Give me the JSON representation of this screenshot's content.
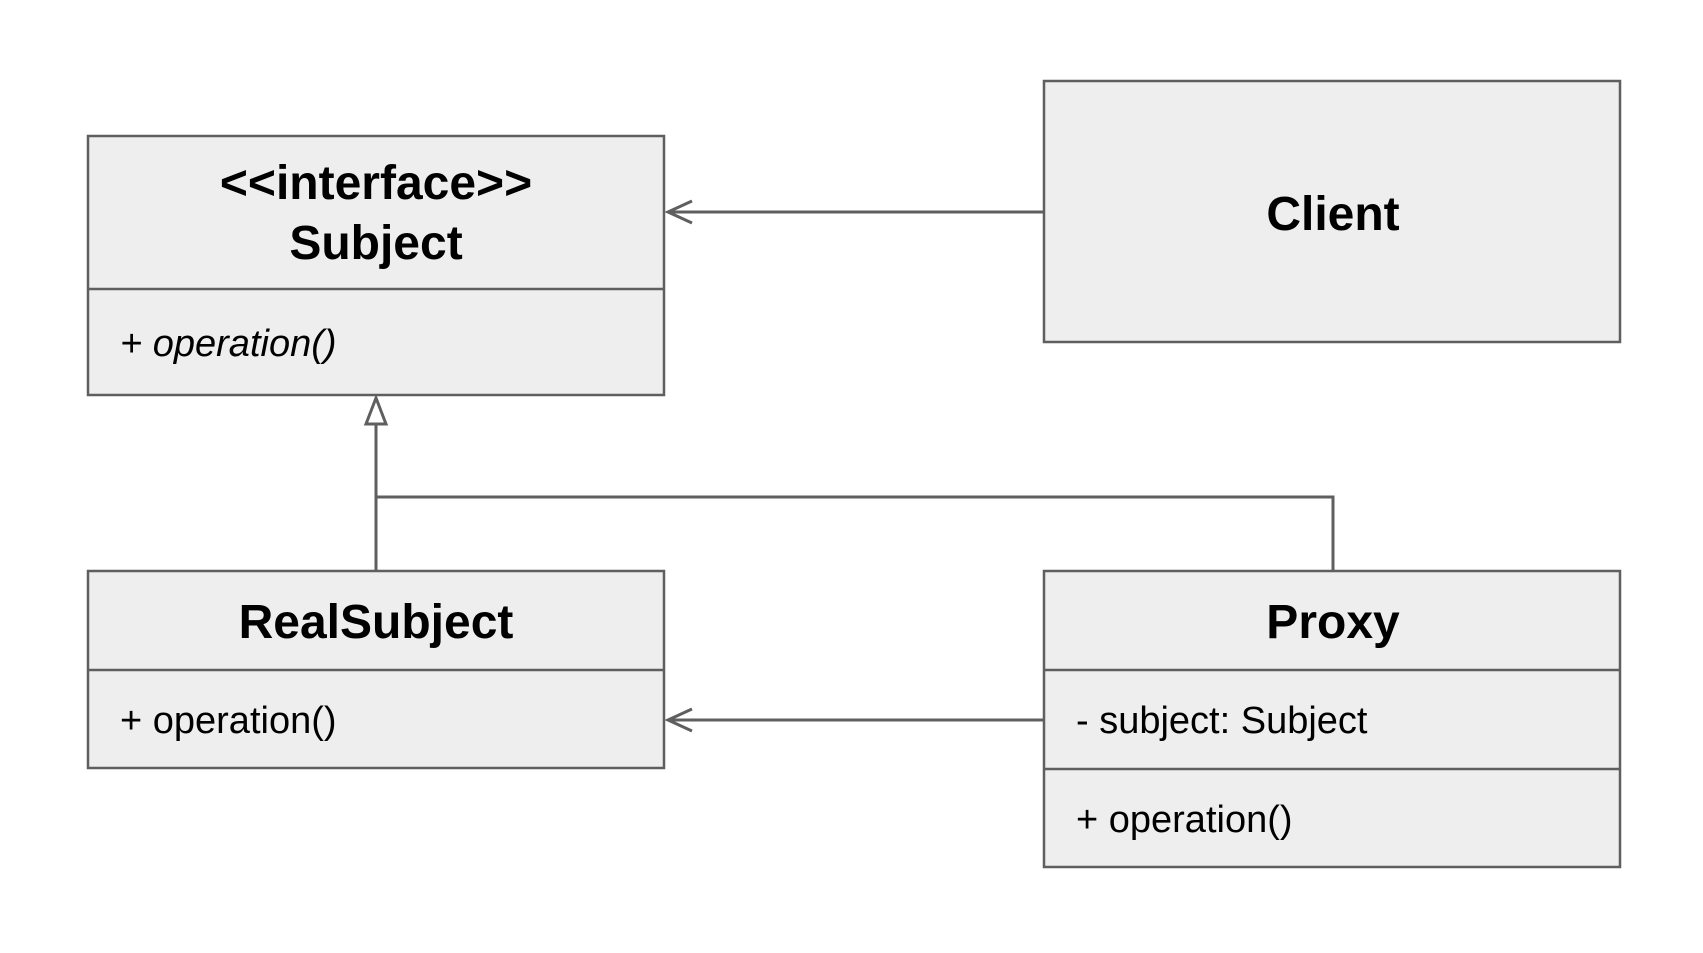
{
  "classes": {
    "subject": {
      "stereotype": "<<interface>>",
      "name": "Subject",
      "operation": "+ operation()"
    },
    "client": {
      "name": "Client"
    },
    "real_subject": {
      "name": "RealSubject",
      "operation": "+ operation()"
    },
    "proxy": {
      "name": "Proxy",
      "attribute": "- subject: Subject",
      "operation": "+ operation()"
    }
  },
  "relations": [
    {
      "from": "Client",
      "to": "Subject",
      "type": "association"
    },
    {
      "from": "RealSubject",
      "to": "Subject",
      "type": "realization"
    },
    {
      "from": "Proxy",
      "to": "Subject",
      "type": "realization"
    },
    {
      "from": "Proxy",
      "to": "RealSubject",
      "type": "association"
    }
  ],
  "colors": {
    "box_fill": "#eeeeee",
    "line": "#5f5f5f",
    "text": "#000000"
  }
}
